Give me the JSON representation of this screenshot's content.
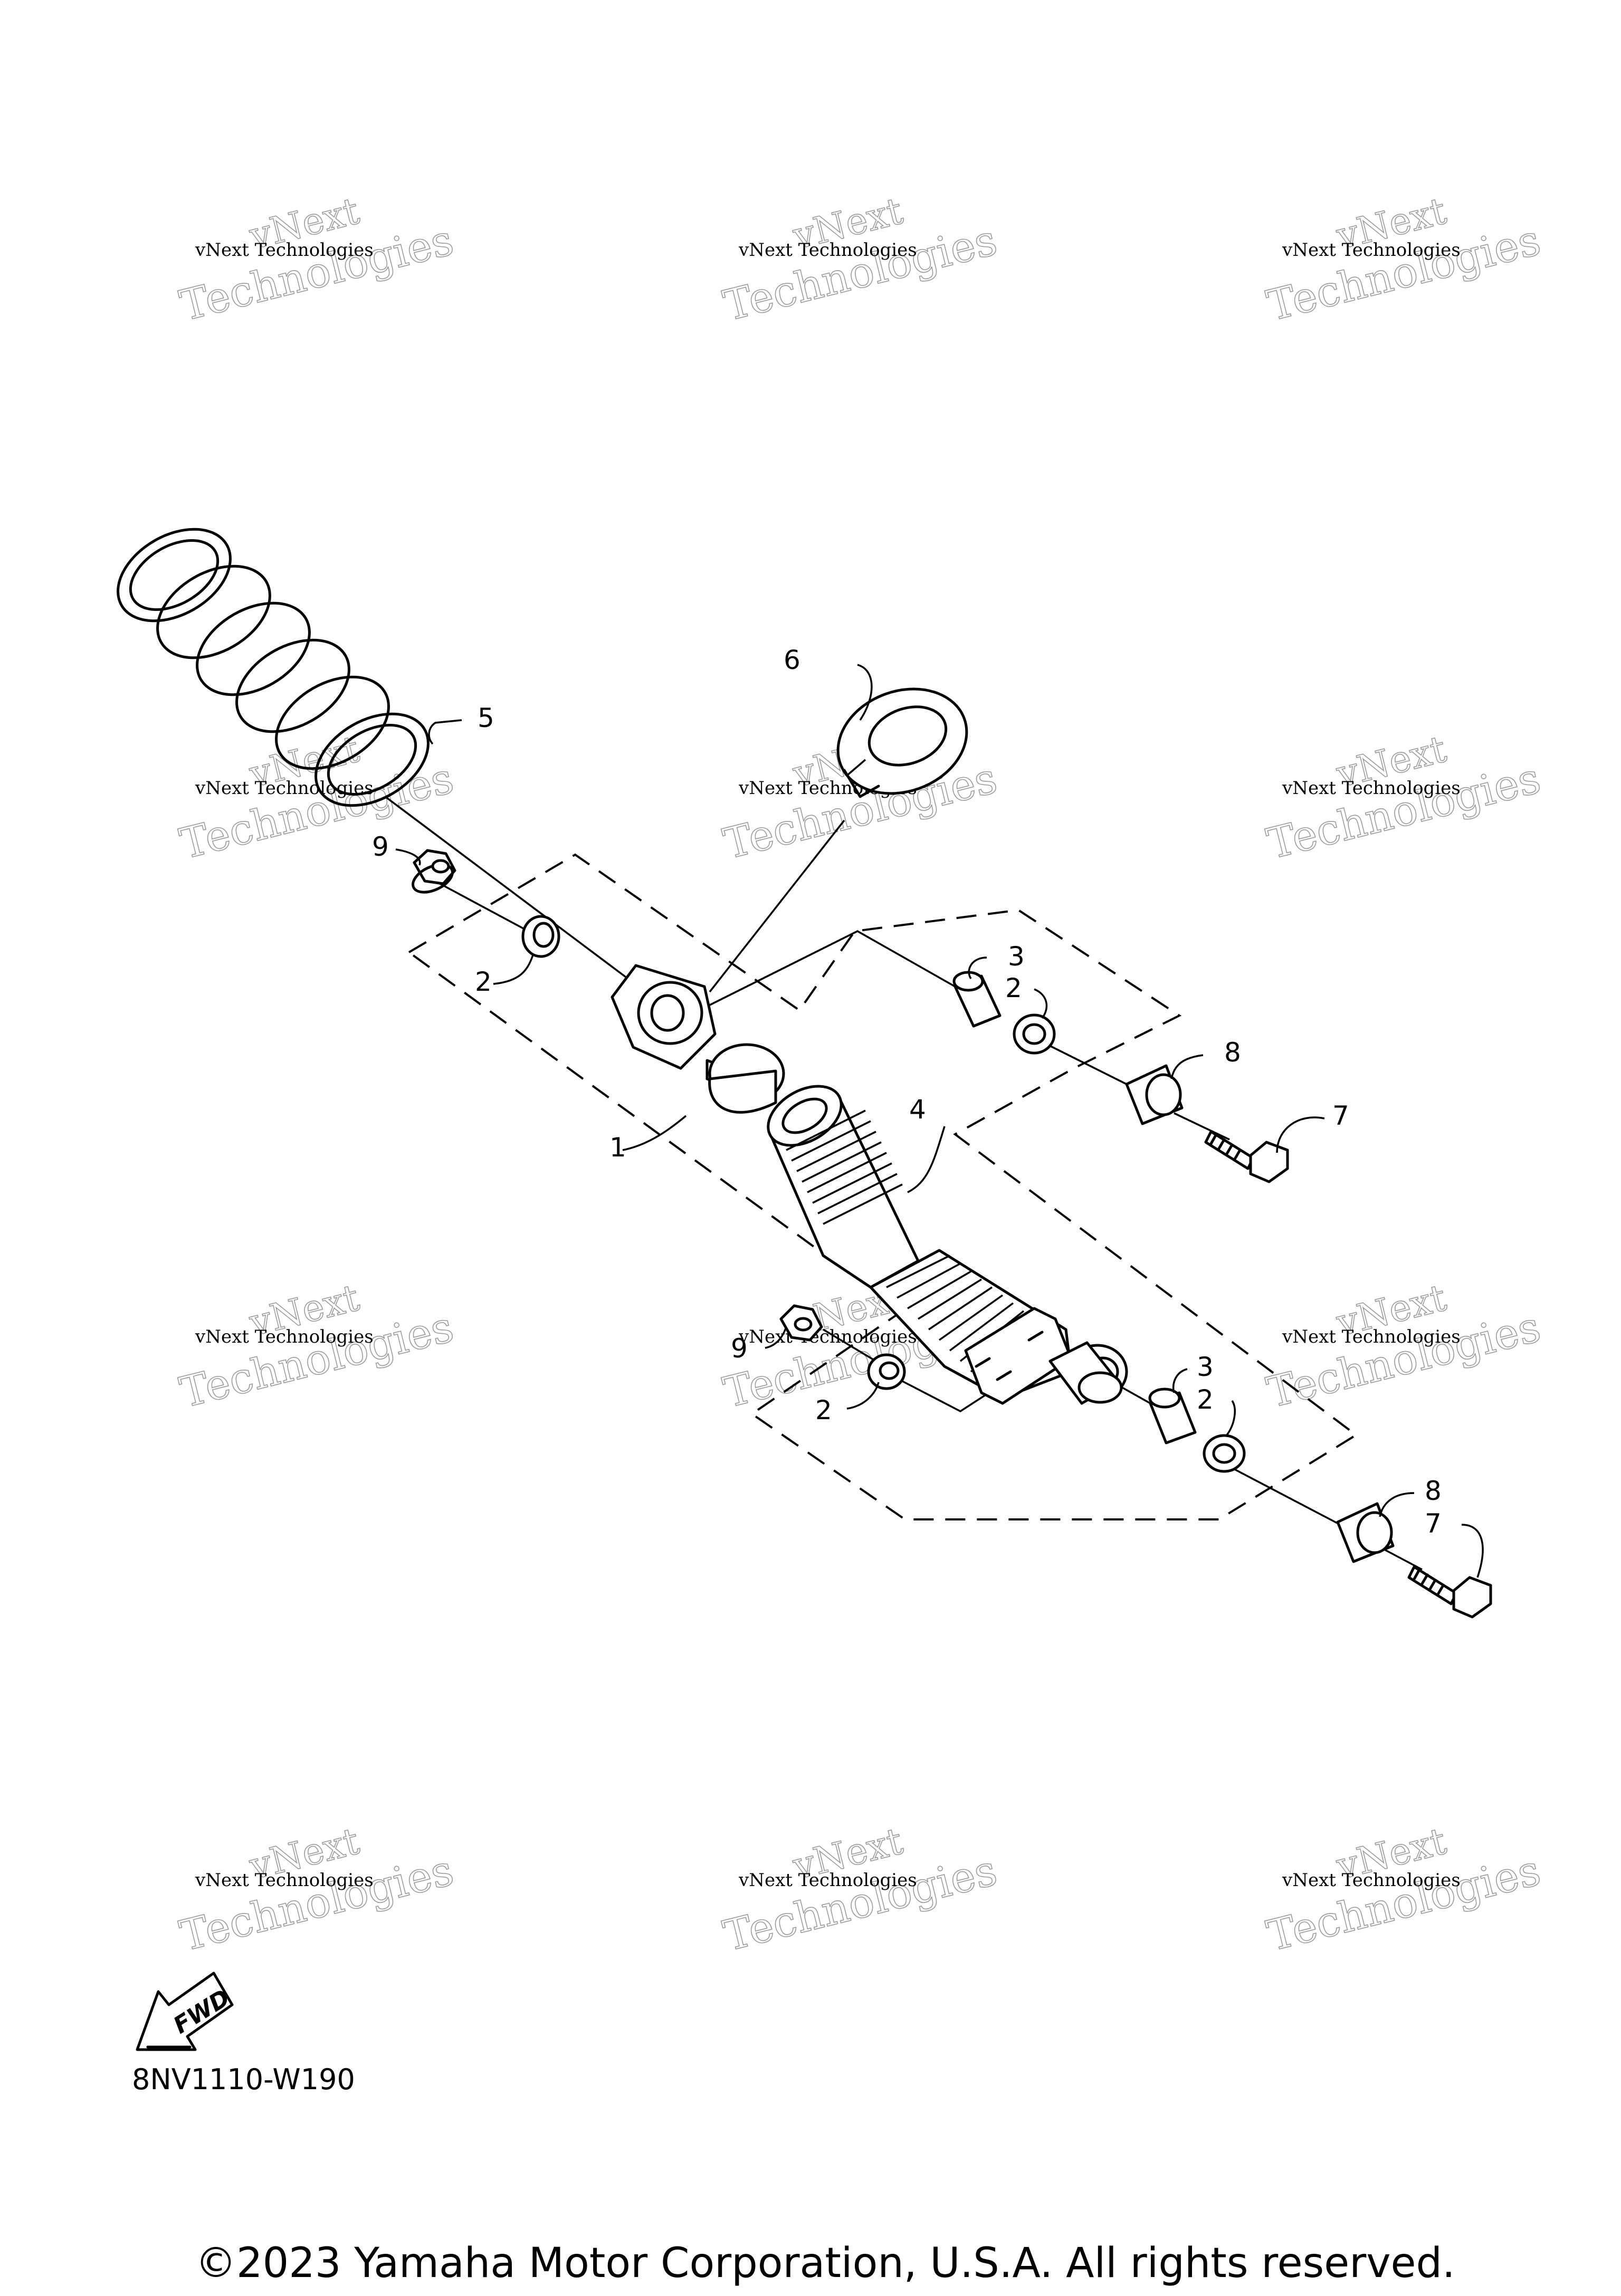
{
  "diagram": {
    "drawing_code": "8NV1110-W190",
    "copyright": "©2023 Yamaha Motor Corporation, U.S.A. All rights reserved.",
    "fwd_label": "FWD",
    "watermark": {
      "line1": "vNext Technologies",
      "line2": "vNext",
      "line3": "Technologies"
    },
    "callouts": {
      "assembly": "1",
      "bushing_top": "2",
      "bushing_top_right": "2",
      "bushing_bottom_left": "2",
      "bushing_bottom_right": "2",
      "collar_top": "3",
      "collar_bottom": "3",
      "shock_body": "4",
      "spring": "5",
      "retainer": "6",
      "bolt_top": "7",
      "bolt_bottom": "7",
      "spacer_top": "8",
      "spacer_bottom": "8",
      "nut_top": "9",
      "nut_bottom": "9"
    }
  }
}
